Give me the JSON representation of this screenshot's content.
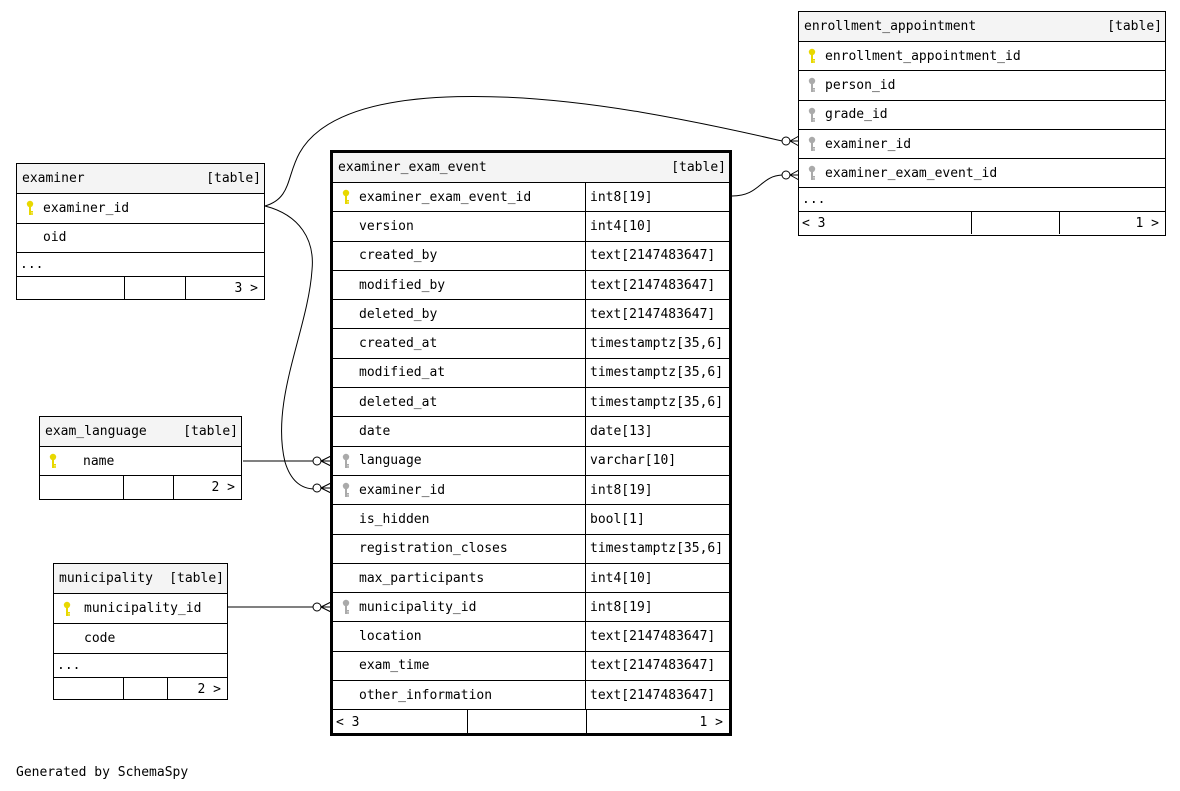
{
  "tables": {
    "enrollment_appointment": {
      "name": "enrollment_appointment",
      "tag": "[table]",
      "columns": [
        {
          "name": "enrollment_appointment_id",
          "key": "primary-key-icon"
        },
        {
          "name": "person_id",
          "key": "foreign-key-icon"
        },
        {
          "name": "grade_id",
          "key": "foreign-key-icon"
        },
        {
          "name": "examiner_id",
          "key": "foreign-key-icon"
        },
        {
          "name": "examiner_exam_event_id",
          "key": "foreign-key-icon"
        }
      ],
      "ellipsis": "...",
      "footer_left": "< 3",
      "footer_right": "1 >"
    },
    "examiner": {
      "name": "examiner",
      "tag": "[table]",
      "columns": [
        {
          "name": "examiner_id",
          "key": "primary-key-icon"
        },
        {
          "name": "oid",
          "key": ""
        }
      ],
      "ellipsis": "...",
      "footer_right": "3 >"
    },
    "examiner_exam_event": {
      "name": "examiner_exam_event",
      "tag": "[table]",
      "columns": [
        {
          "name": "examiner_exam_event_id",
          "type": "int8[19]",
          "key": "primary-key-icon"
        },
        {
          "name": "version",
          "type": "int4[10]",
          "key": ""
        },
        {
          "name": "created_by",
          "type": "text[2147483647]",
          "key": ""
        },
        {
          "name": "modified_by",
          "type": "text[2147483647]",
          "key": ""
        },
        {
          "name": "deleted_by",
          "type": "text[2147483647]",
          "key": ""
        },
        {
          "name": "created_at",
          "type": "timestamptz[35,6]",
          "key": ""
        },
        {
          "name": "modified_at",
          "type": "timestamptz[35,6]",
          "key": ""
        },
        {
          "name": "deleted_at",
          "type": "timestamptz[35,6]",
          "key": ""
        },
        {
          "name": "date",
          "type": "date[13]",
          "key": ""
        },
        {
          "name": "language",
          "type": "varchar[10]",
          "key": "foreign-key-icon"
        },
        {
          "name": "examiner_id",
          "type": "int8[19]",
          "key": "foreign-key-icon"
        },
        {
          "name": "is_hidden",
          "type": "bool[1]",
          "key": ""
        },
        {
          "name": "registration_closes",
          "type": "timestamptz[35,6]",
          "key": ""
        },
        {
          "name": "max_participants",
          "type": "int4[10]",
          "key": ""
        },
        {
          "name": "municipality_id",
          "type": "int8[19]",
          "key": "foreign-key-icon"
        },
        {
          "name": "location",
          "type": "text[2147483647]",
          "key": ""
        },
        {
          "name": "exam_time",
          "type": "text[2147483647]",
          "key": ""
        },
        {
          "name": "other_information",
          "type": "text[2147483647]",
          "key": ""
        }
      ],
      "footer_left": "< 3",
      "footer_right": "1 >"
    },
    "exam_language": {
      "name": "exam_language",
      "tag": "[table]",
      "columns": [
        {
          "name": "name",
          "key": "primary-key-icon"
        }
      ],
      "footer_right": "2 >"
    },
    "municipality": {
      "name": "municipality",
      "tag": "[table]",
      "columns": [
        {
          "name": "municipality_id",
          "key": "primary-key-icon"
        },
        {
          "name": "code",
          "key": ""
        }
      ],
      "ellipsis": "...",
      "footer_right": "2 >"
    }
  },
  "colors": {
    "primary_key": "#e8d800",
    "foreign_key": "#aaaaaa",
    "header_bg": "#f4f4f4"
  },
  "generated_by": "Generated by SchemaSpy"
}
